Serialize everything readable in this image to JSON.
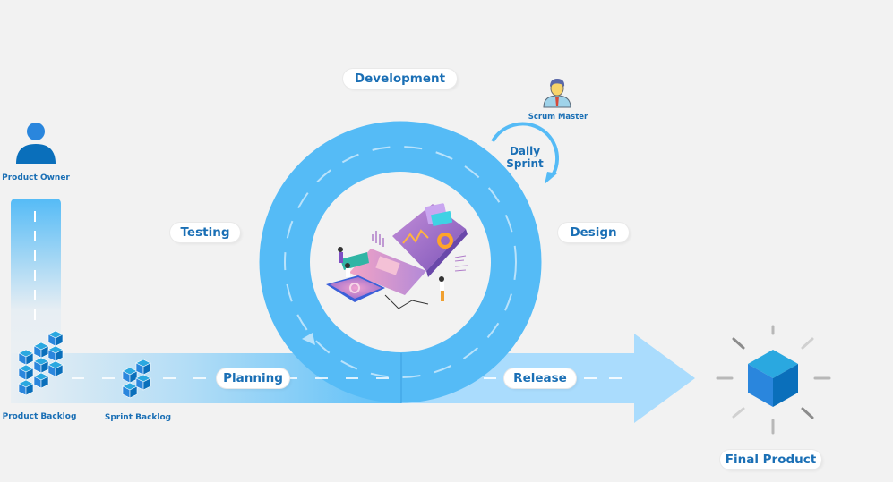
{
  "title": "Scrum Agile Process",
  "roles": {
    "product_owner": "Product Owner",
    "scrum_master": "Scrum Master"
  },
  "artifacts": {
    "product_backlog": "Product Backlog",
    "sprint_backlog": "Sprint Backlog",
    "final_product": "Final Product"
  },
  "phases": {
    "development": "Development",
    "testing": "Testing",
    "design": "Design",
    "planning": "Planning",
    "release": "Release"
  },
  "daily_sprint": {
    "line1": "Daily",
    "line2": "Sprint"
  },
  "colors": {
    "background": "#f2f2f2",
    "ring": "#55bbf6",
    "arrow_light": "#aadcfd",
    "label_text": "#1a6fb5",
    "cube_top": "#2aa8e0",
    "cube_left": "#2a86dd",
    "cube_right": "#0a6fbb",
    "person": "#1f73c4"
  }
}
